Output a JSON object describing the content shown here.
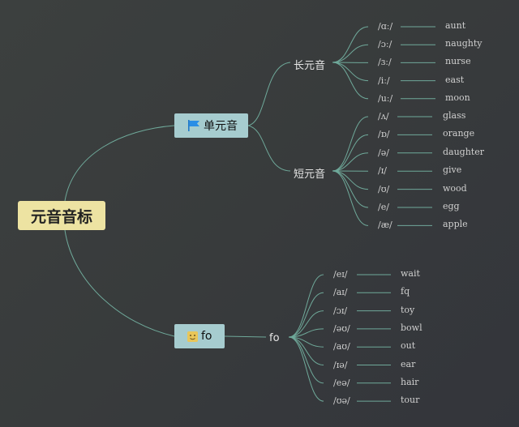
{
  "root": {
    "label": "元音音标"
  },
  "branches": [
    {
      "label": "单元音",
      "icon": "flag-icon"
    },
    {
      "label": "fo",
      "icon": "smiley-icon"
    }
  ],
  "groups": [
    {
      "label": "长元音",
      "items": [
        {
          "symbol": "/ɑː/",
          "word": "aunt"
        },
        {
          "symbol": "/ɔː/",
          "word": "naughty"
        },
        {
          "symbol": "/ɜː/",
          "word": "nurse"
        },
        {
          "symbol": "/iː/",
          "word": "east"
        },
        {
          "symbol": "/uː/",
          "word": "moon"
        }
      ]
    },
    {
      "label": "短元音",
      "items": [
        {
          "symbol": "/ʌ/",
          "word": "glass"
        },
        {
          "symbol": "/ɒ/",
          "word": "orange"
        },
        {
          "symbol": "/ə/",
          "word": "daughter"
        },
        {
          "symbol": "/ɪ/",
          "word": "give"
        },
        {
          "symbol": "/ʊ/",
          "word": "wood"
        },
        {
          "symbol": "/e/",
          "word": "egg"
        },
        {
          "symbol": "/æ/",
          "word": "apple"
        }
      ]
    },
    {
      "label": "fo",
      "items": [
        {
          "symbol": "/eɪ/",
          "word": "wait"
        },
        {
          "symbol": "/aɪ/",
          "word": "fq"
        },
        {
          "symbol": "/ɔɪ/",
          "word": "toy"
        },
        {
          "symbol": "/əʊ/",
          "word": "bowl"
        },
        {
          "symbol": "/aʊ/",
          "word": "out"
        },
        {
          "symbol": "/ɪə/",
          "word": "ear"
        },
        {
          "symbol": "/eə/",
          "word": "hair"
        },
        {
          "symbol": "/ʊə/",
          "word": "tour"
        }
      ]
    }
  ],
  "colors": {
    "line": "#6fa99a",
    "root_bg": "#ede3a2",
    "branch_bg": "#a6cccf"
  }
}
